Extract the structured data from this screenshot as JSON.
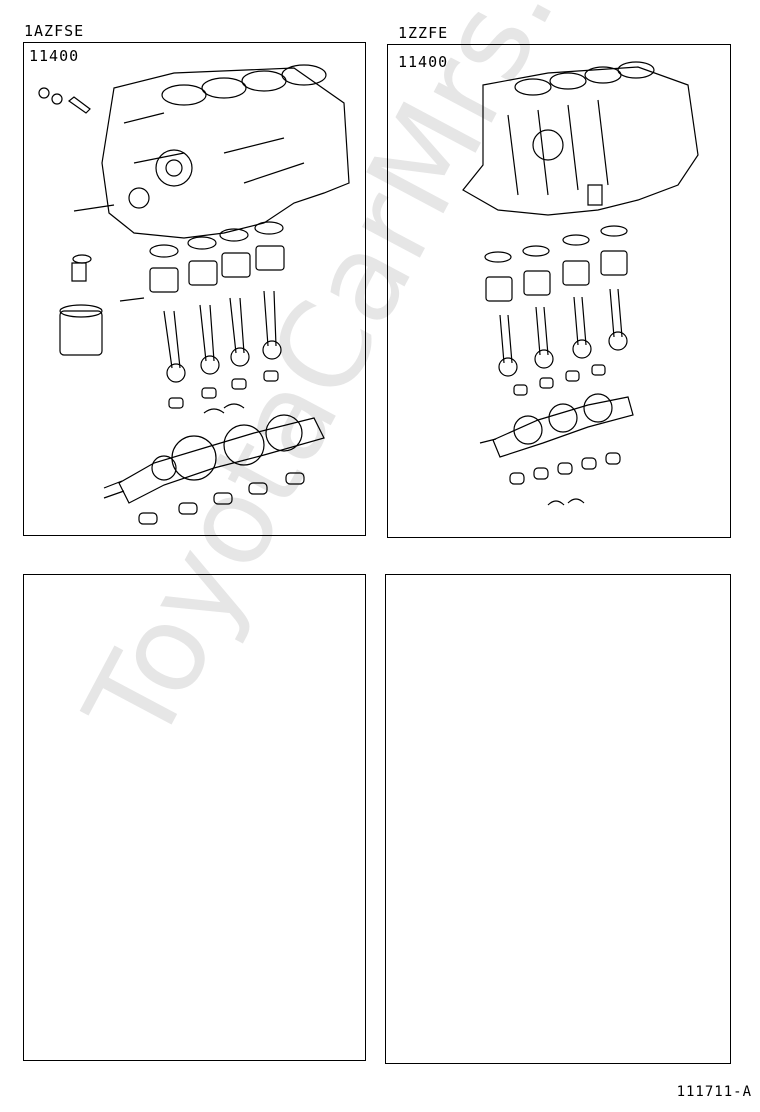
{
  "diagrams": [
    {
      "engine": "1AZFSE",
      "part_number": "11400"
    },
    {
      "engine": "1ZZFE",
      "part_number": "11400"
    }
  ],
  "watermark": "ToyotaCarMrs.ru",
  "figure_code": "111711-A"
}
